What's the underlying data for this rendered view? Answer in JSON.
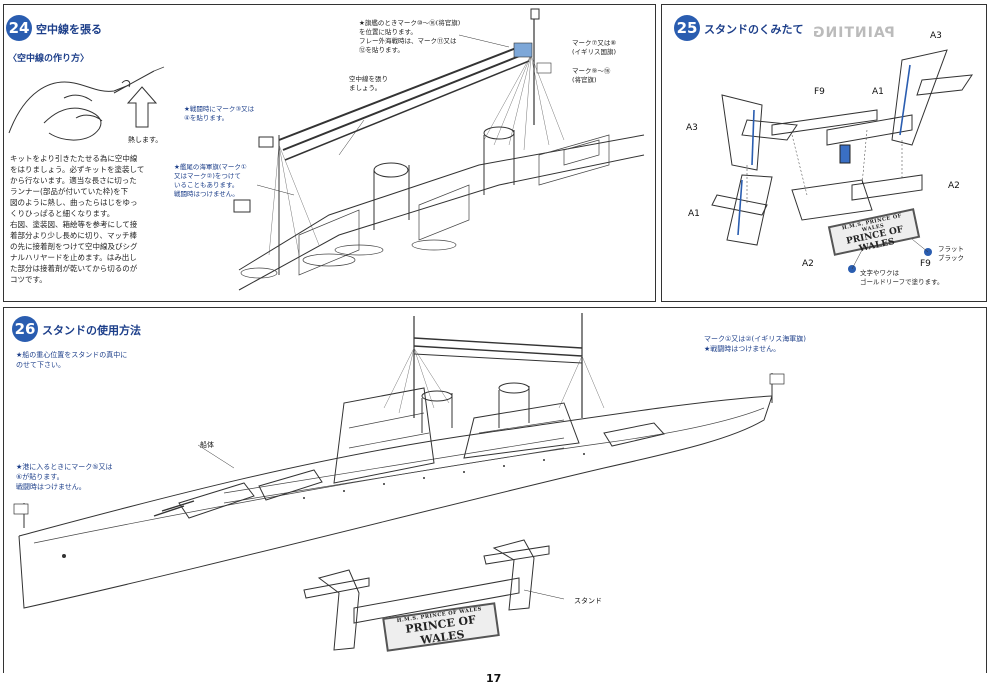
{
  "page_number": "17",
  "step24": {
    "number": "24",
    "title": "空中線を張る",
    "subtitle": "〈空中線の作り方〉",
    "hand_note": "熱します。",
    "body": "キットをより引きたたせる為に空中線\nをはりましょう。必ずキットを塗装して\nから行ないます。適当な長さに切った\nランナー(部品が付いていた枠)を下\n図のように熱し、曲ったらはじをゆっ\nくりひっぱると細くなります。\n右図、塗装図、箱絵等を参考にして接\n着部分より少し長めに切り、マッチ棒\nの先に接着剤をつけて空中線及びシグ\nナルハリヤードを止めます。はみ出し\nた部分は接着剤が乾いてから切るのが\nコツです。",
    "callout_flag": "★旗艦のときマーク⑩〜⑯(将官旗)\nを位置に貼ります。\nフレー外海戦時は、マーク⑪又は\n⑫を貼ります。",
    "callout_aerial": "空中線を張り\nましょう。",
    "callout_wartime": "★戦闘時にマーク③又は\n④を貼ります。",
    "callout_ensign": "★艦尾の海軍旗(マーク①\n又はマーク②)をつけて\nいることもあります。\n戦闘時はつけません。",
    "callout_mark7": "マーク⑦又は⑧\n(イギリス国旗)",
    "callout_mark9": "マーク⑨〜⑯\n(将官旗)"
  },
  "step25": {
    "number": "25",
    "title": "スタンドのくみたて",
    "labels": [
      "A3",
      "A3",
      "F9",
      "A1",
      "A1",
      "A2",
      "A2",
      "F9"
    ],
    "plate_small": "H.M.S. PRINCE OF WALES",
    "plate_name": "PRINCE OF WALES",
    "note_flat": "フラット\nブラック",
    "note_gold": "文字やワクは\nゴールドリーフで塗ります。",
    "painting_mirror": "PAINTING"
  },
  "step26": {
    "number": "26",
    "title": "スタンドの使用方法",
    "note_center": "★船の重心位置をスタンドの真中に\nのせて下さい。",
    "note_mark1": "マーク①又は②(イギリス海軍旗)\n★戦闘時はつけません。",
    "note_mark5": "★港に入るときにマーク⑤又は\n⑥が貼ります。\n戦闘時はつけません。",
    "label_hull": "船体",
    "label_stand": "スタンド",
    "plate_small": "H.M.S. PRINCE OF WALES",
    "plate_name": "PRINCE OF WALES"
  },
  "colors": {
    "accent": "#2a5db0",
    "title_blue": "#1d3f8a",
    "line": "#333333"
  }
}
